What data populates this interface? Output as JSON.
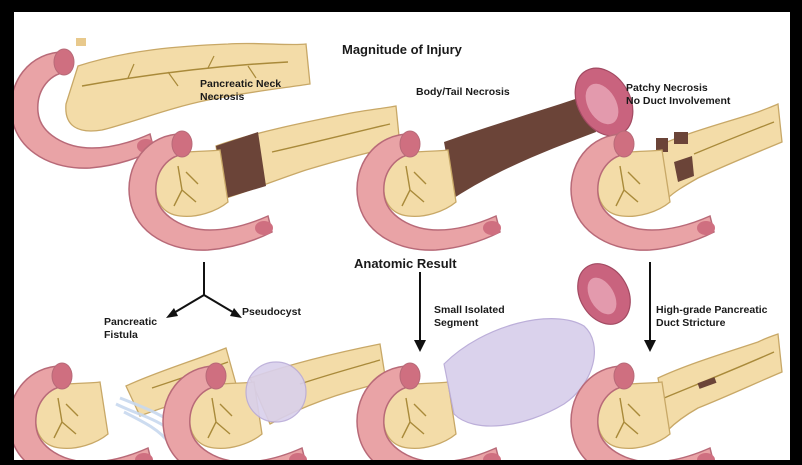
{
  "headings": {
    "magnitude": "Magnitude of Injury",
    "anatomic": "Anatomic Result"
  },
  "labels": {
    "neck": "Pancreatic Neck\nNecrosis",
    "body_tail": "Body/Tail Necrosis",
    "patchy": "Patchy Necrosis\nNo Duct Involvement",
    "fistula": "Pancreatic\nFistula",
    "pseudocyst": "Pseudocyst",
    "isolated": "Small Isolated\nSegment",
    "stricture": "High-grade Pancreatic\nDuct Stricture"
  },
  "colors": {
    "frame": "#000000",
    "background": "#ffffff",
    "parenchyma": "#f3dca8",
    "duodenum": "#e9a3a6",
    "duodenum_dark": "#cf6f80",
    "necrosis": "#6b4438",
    "cyst": "#d9d0ec",
    "spleen": "#c9637e",
    "duct": "#a98a3a"
  },
  "icons": [
    "pancreas-illustration",
    "down-arrow-icon",
    "branch-arrow-icon"
  ]
}
